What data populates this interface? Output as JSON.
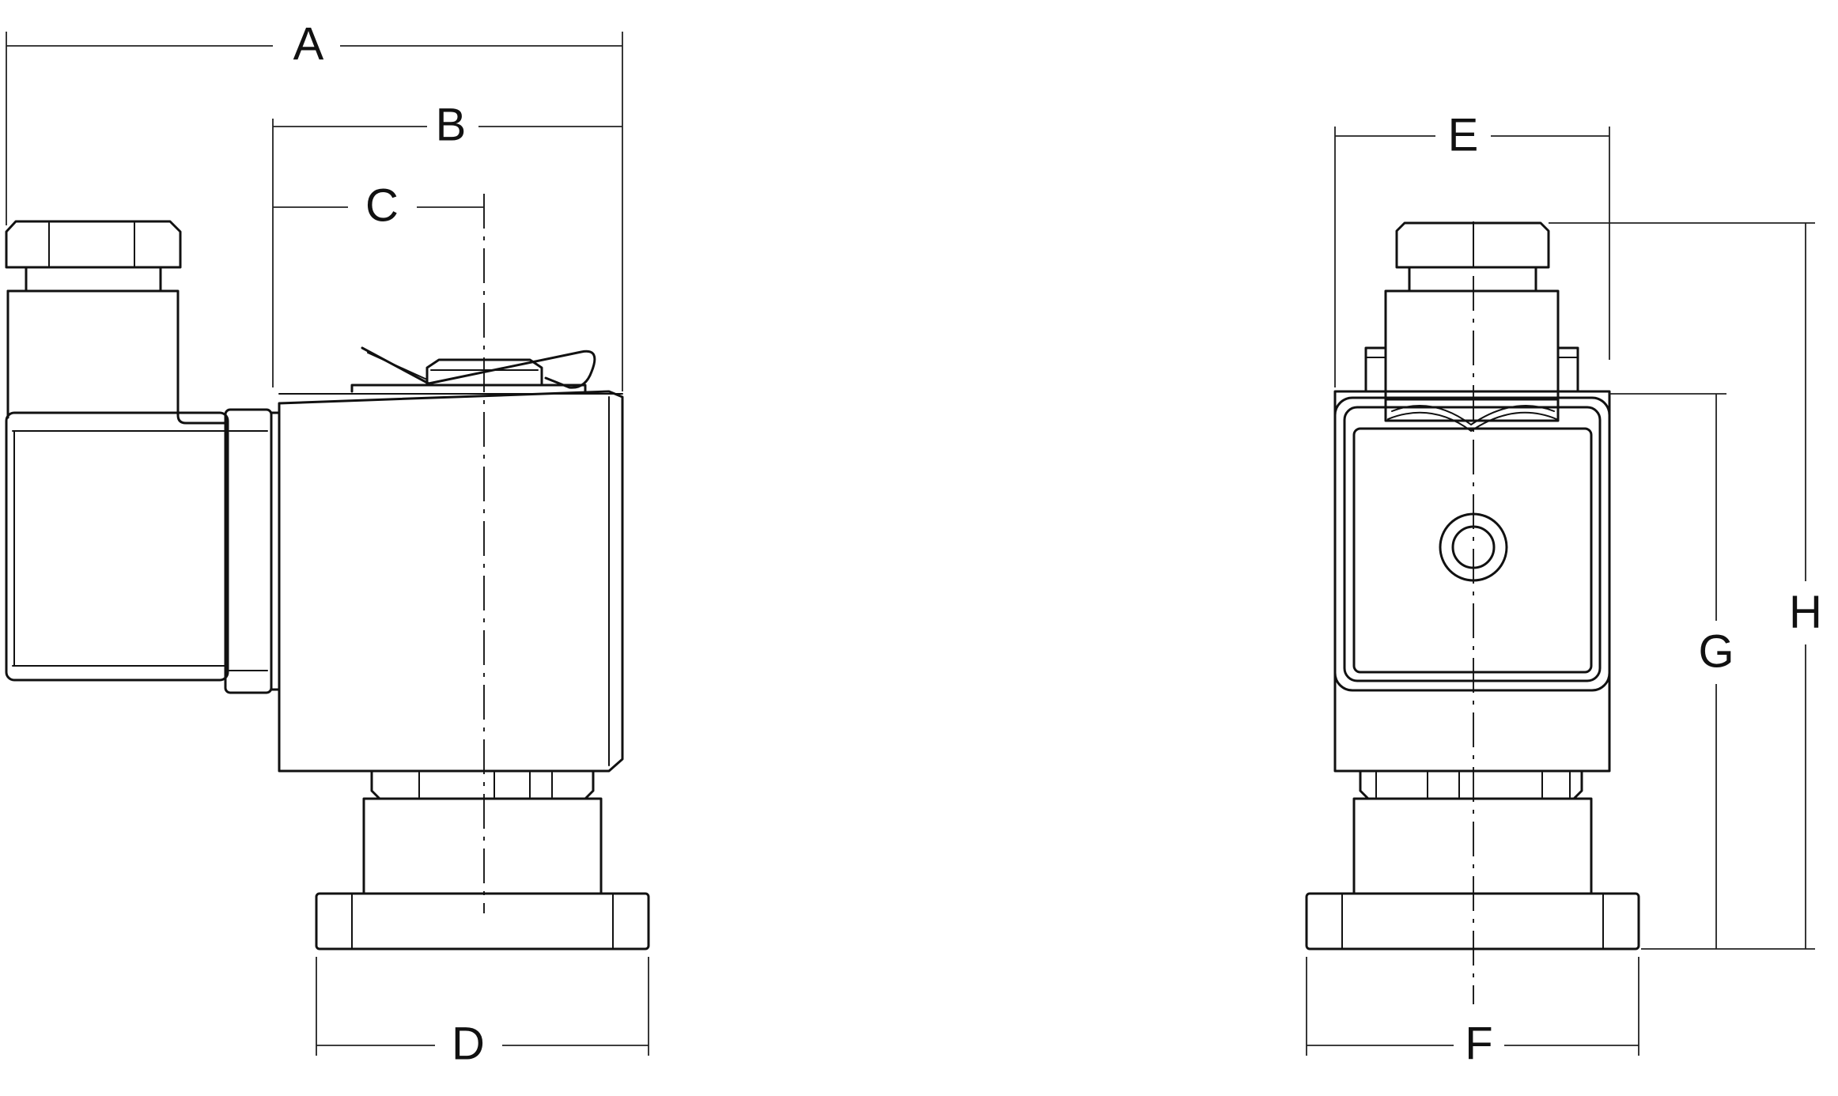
{
  "diagram": {
    "views": [
      "side-view",
      "front-view"
    ],
    "dimensions": {
      "A": "A",
      "B": "B",
      "C": "C",
      "D": "D",
      "E": "E",
      "F": "F",
      "G": "G",
      "H": "H"
    },
    "colors": {
      "line": "#111111",
      "background": "#ffffff"
    }
  }
}
